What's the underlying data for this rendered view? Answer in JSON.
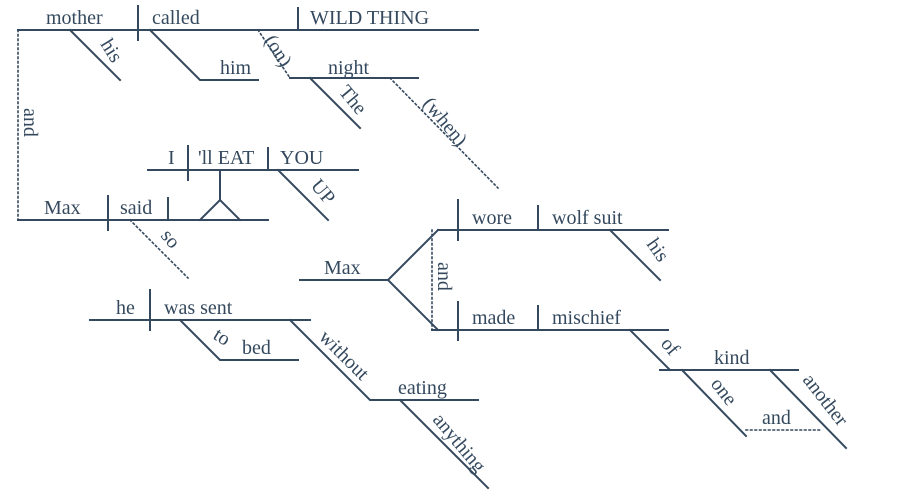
{
  "words": {
    "mother": "mother",
    "called": "called",
    "wild_thing": "WILD THING",
    "his_1": "his",
    "him": "him",
    "on": "(on)",
    "night": "night",
    "the": "The",
    "when": "(when)",
    "and_left": "and",
    "i": "I",
    "ll_eat": "'ll EAT",
    "you": "YOU",
    "up": "UP",
    "max_1": "Max",
    "said": "said",
    "so": "so",
    "max_2": "Max",
    "wore": "wore",
    "wolf_suit": "wolf suit",
    "his_2": "his",
    "and_mid": "and",
    "made": "made",
    "mischief": "mischief",
    "of": "of",
    "kind": "kind",
    "one": "one",
    "and_bottom": "and",
    "another": "another",
    "he": "he",
    "was_sent": "was sent",
    "to": "to",
    "bed": "bed",
    "without": "without",
    "eating": "eating",
    "anything": "anything"
  }
}
